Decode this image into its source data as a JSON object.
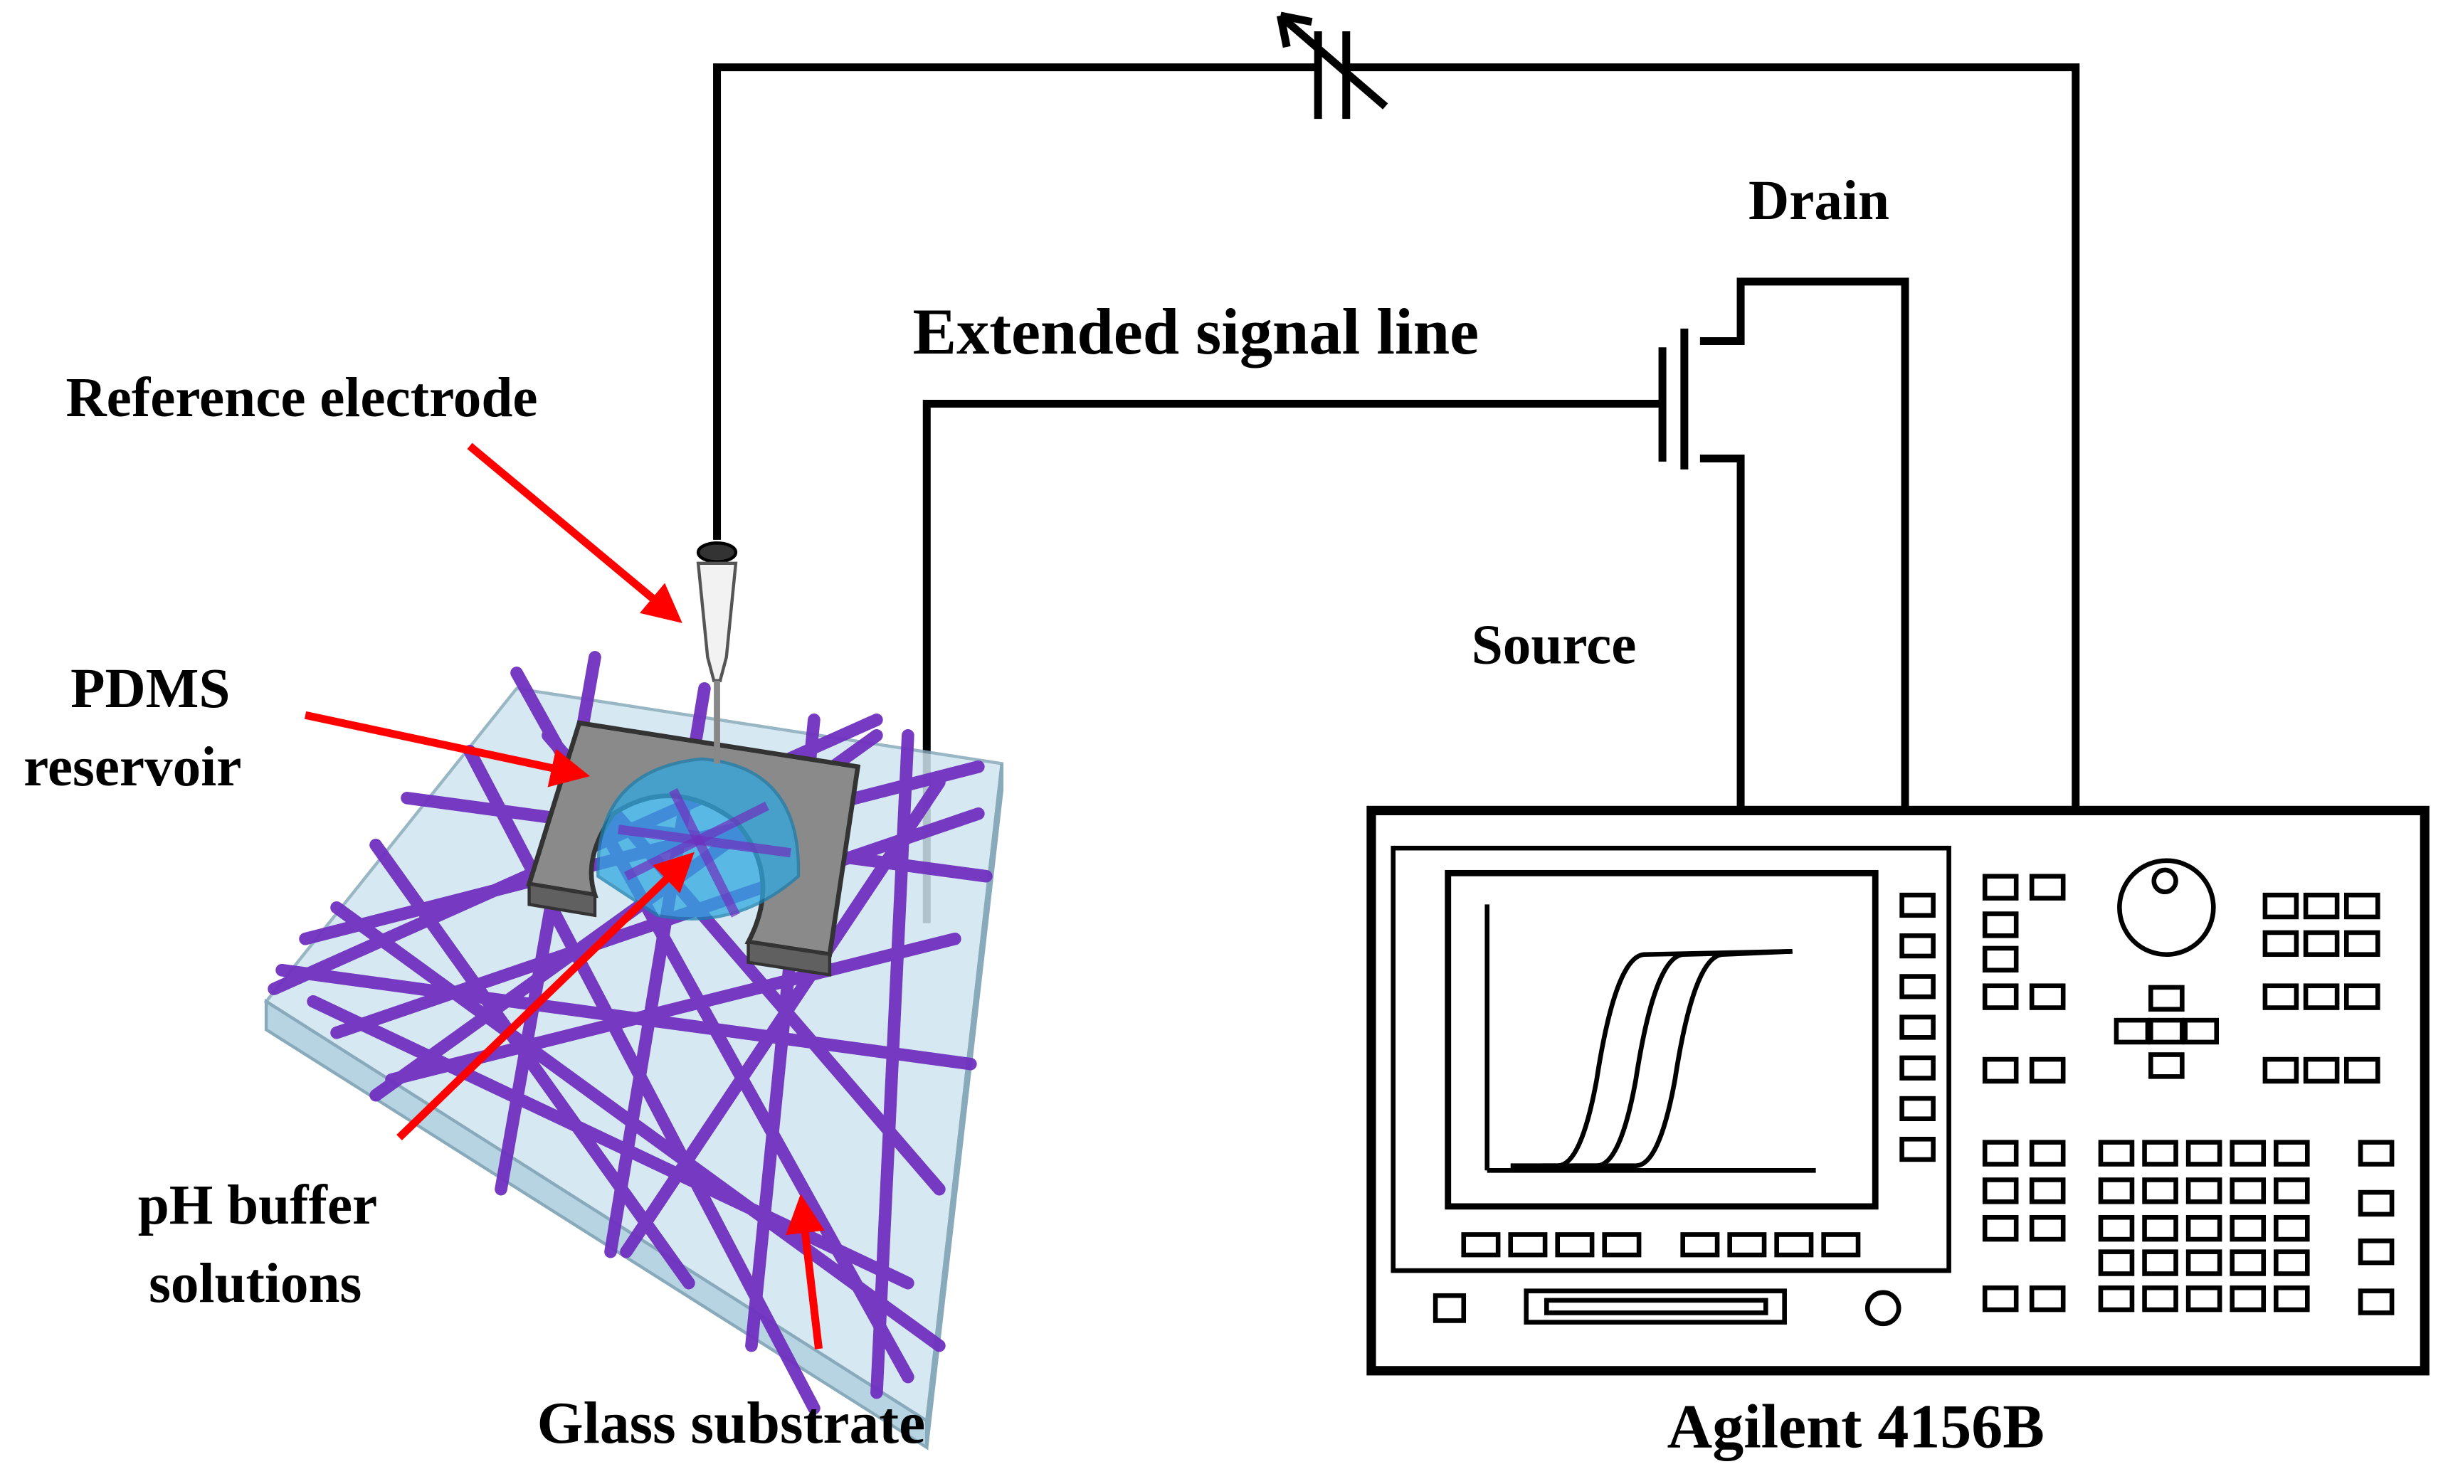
{
  "labels": {
    "reference_electrode": "Reference electrode",
    "pdms_line1": "PDMS",
    "pdms_line2": "reservoir",
    "ph_line1": "pH buffer",
    "ph_line2": "solutions",
    "glass_substrate": "Glass substrate",
    "extended_signal_line": "Extended signal line",
    "drain": "Drain",
    "source": "Source",
    "instrument": "Agilent 4156B"
  },
  "colors": {
    "wire": "#000000",
    "arrow": "#ff0000",
    "nanowire": "#7030c0",
    "glass": "#cfe6f0",
    "droplet": "#30a8e0",
    "reservoir": "#808080"
  },
  "icons": {
    "voltage_source": "variable-capacitor-icon",
    "transistor": "mosfet-icon"
  },
  "screen_curves": 3
}
